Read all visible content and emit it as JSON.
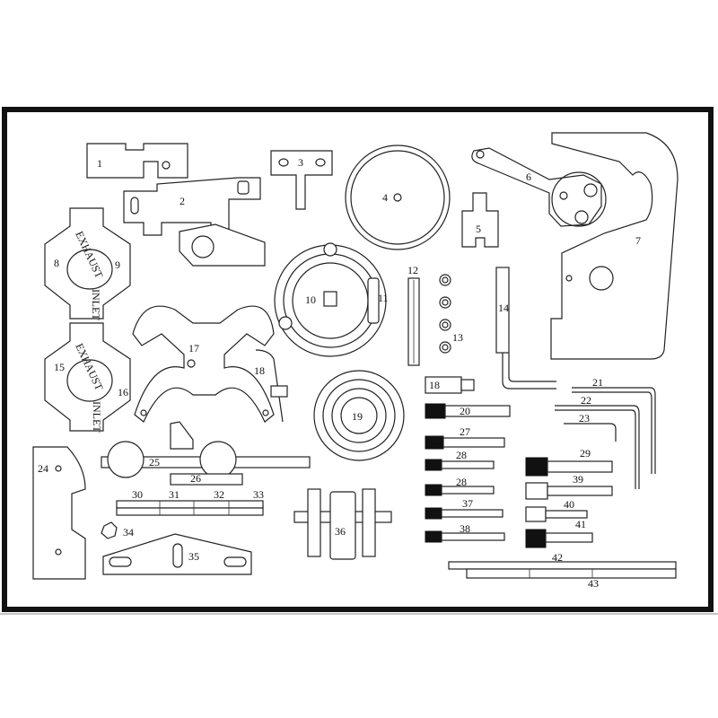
{
  "diagram": {
    "title": "",
    "part_labels": [
      "1",
      "2",
      "3",
      "4",
      "5",
      "6",
      "7",
      "8",
      "9",
      "10",
      "11",
      "12",
      "13",
      "14",
      "15",
      "16",
      "17",
      "18",
      "18",
      "19",
      "20",
      "21",
      "22",
      "23",
      "24",
      "25",
      "26",
      "27",
      "28",
      "28",
      "29",
      "30",
      "31",
      "32",
      "33",
      "34",
      "35",
      "36",
      "37",
      "38",
      "39",
      "40",
      "41",
      "42",
      "43"
    ],
    "block_text": {
      "exhaust": "EXHAUST",
      "inlet": "INLET"
    },
    "colors": {
      "frame": "#111111",
      "line": "#222222",
      "background": "#ffffff",
      "knurl": "#111111"
    }
  }
}
